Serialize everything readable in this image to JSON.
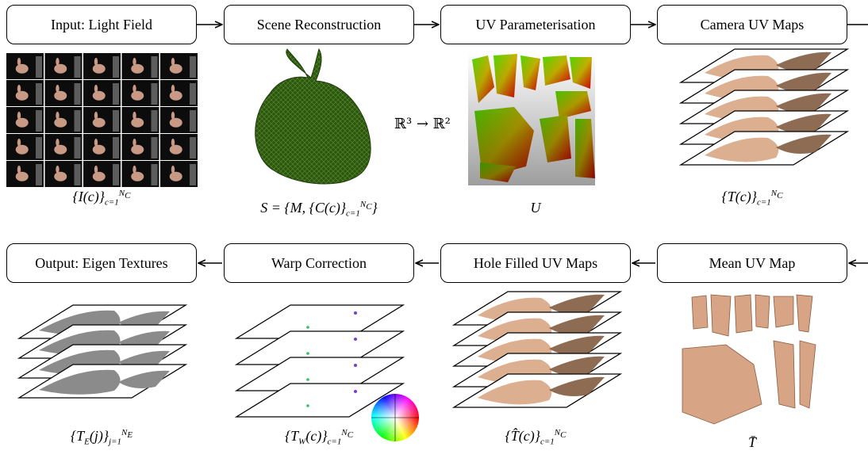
{
  "stages": {
    "input": "Input: Light Field",
    "reconstruction": "Scene Reconstruction",
    "uv_param": "UV Parameterisation",
    "camera_uv": "Camera UV Maps",
    "output": "Output: Eigen Textures",
    "warp": "Warp Correction",
    "hole_filled": "Hole Filled UV Maps",
    "mean_uv": "Mean UV Map"
  },
  "mapping_label": "ℝ³ → ℝ²",
  "colors": {
    "box_stroke": "#000000",
    "mesh_green": "#2f5a12",
    "skin": "#d9a98a",
    "eigen_gray": "#8c8c8c"
  },
  "icons": [
    "bunny-mesh-icon",
    "color-wheel-icon",
    "arrow-right-icon",
    "arrow-left-icon"
  ]
}
